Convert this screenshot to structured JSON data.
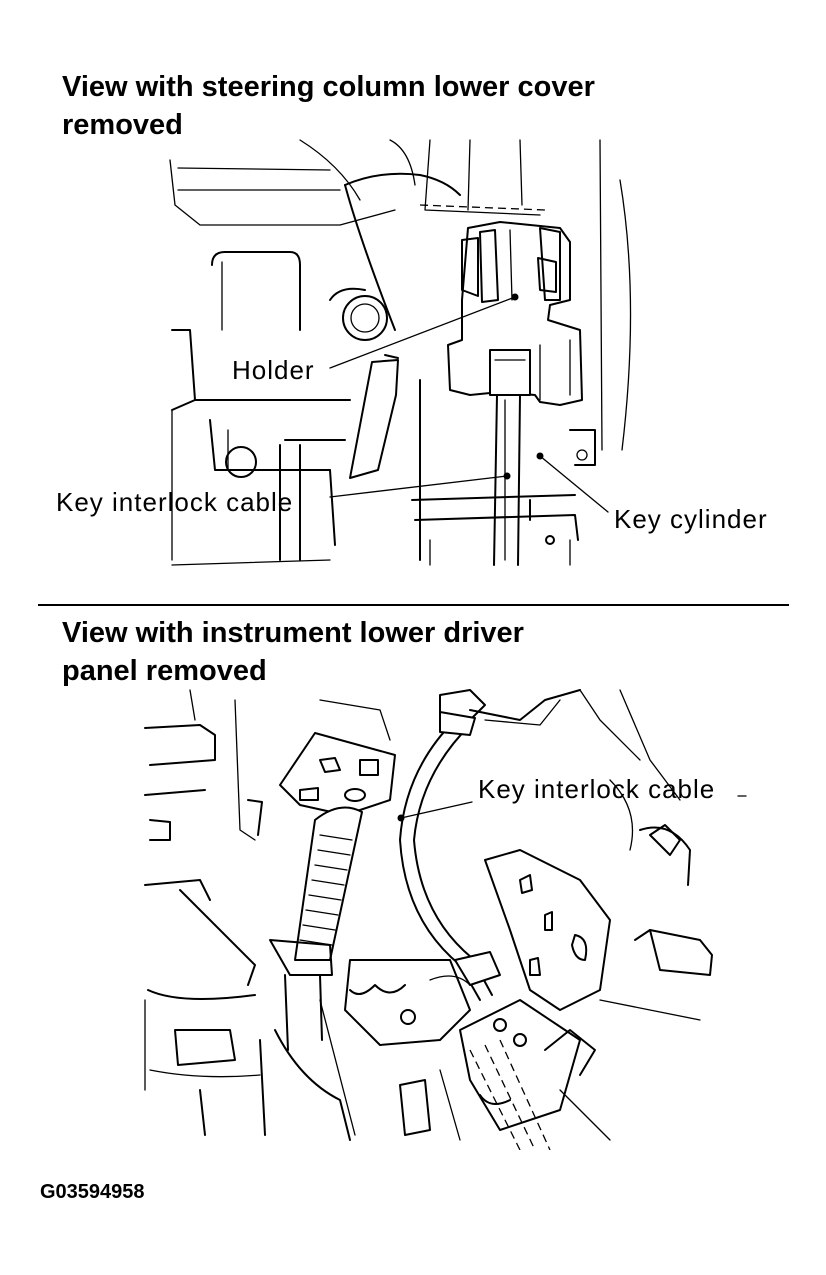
{
  "top_view": {
    "title_line1": "View with steering column lower cover",
    "title_line2": "removed",
    "labels": {
      "holder": "Holder",
      "key_interlock_cable": "Key interlock cable",
      "key_cylinder": "Key cylinder"
    }
  },
  "bottom_view": {
    "title_line1": "View with instrument lower driver",
    "title_line2": "panel removed",
    "labels": {
      "key_interlock_cable": "Key interlock cable"
    }
  },
  "figure_id": "G03594958"
}
